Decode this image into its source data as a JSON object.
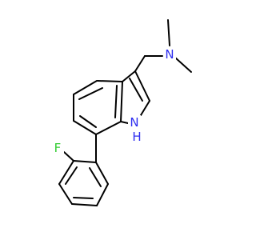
{
  "atoms": {
    "nitrogen_amine": {
      "label": "N",
      "color": "#2e2ef0"
    },
    "nitrogen_indole": {
      "label": "N",
      "color": "#2e2ef0"
    },
    "indole_hydrogen": {
      "label": "H",
      "color": "#2e2ef0"
    },
    "fluorine": {
      "label": "F",
      "color": "#33cc33"
    }
  }
}
